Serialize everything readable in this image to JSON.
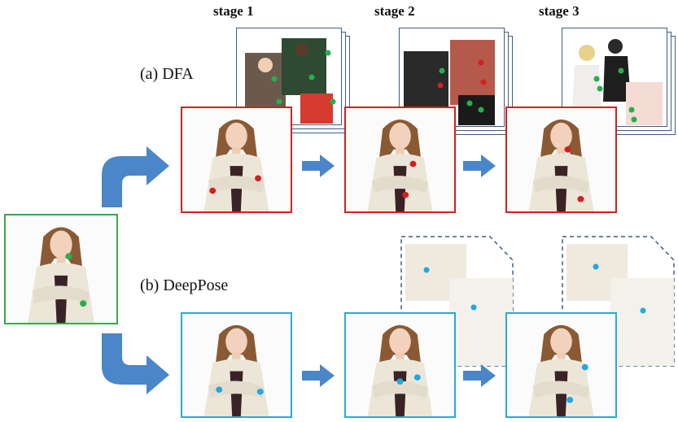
{
  "stages": [
    "stage 1",
    "stage 2",
    "stage 3"
  ],
  "methods": {
    "dfa": "(a) DFA",
    "deeppose": "(b) DeepPose"
  },
  "colors": {
    "dfa_frame": "#d42020",
    "deeppose_frame": "#2aa9d8",
    "input_frame": "#3aa84a",
    "arrow": "#4a86c8",
    "stack_border": "#3b5f87"
  },
  "icons": [
    "person-photo",
    "keypoint-dot",
    "arrow-right",
    "curved-arrow"
  ]
}
